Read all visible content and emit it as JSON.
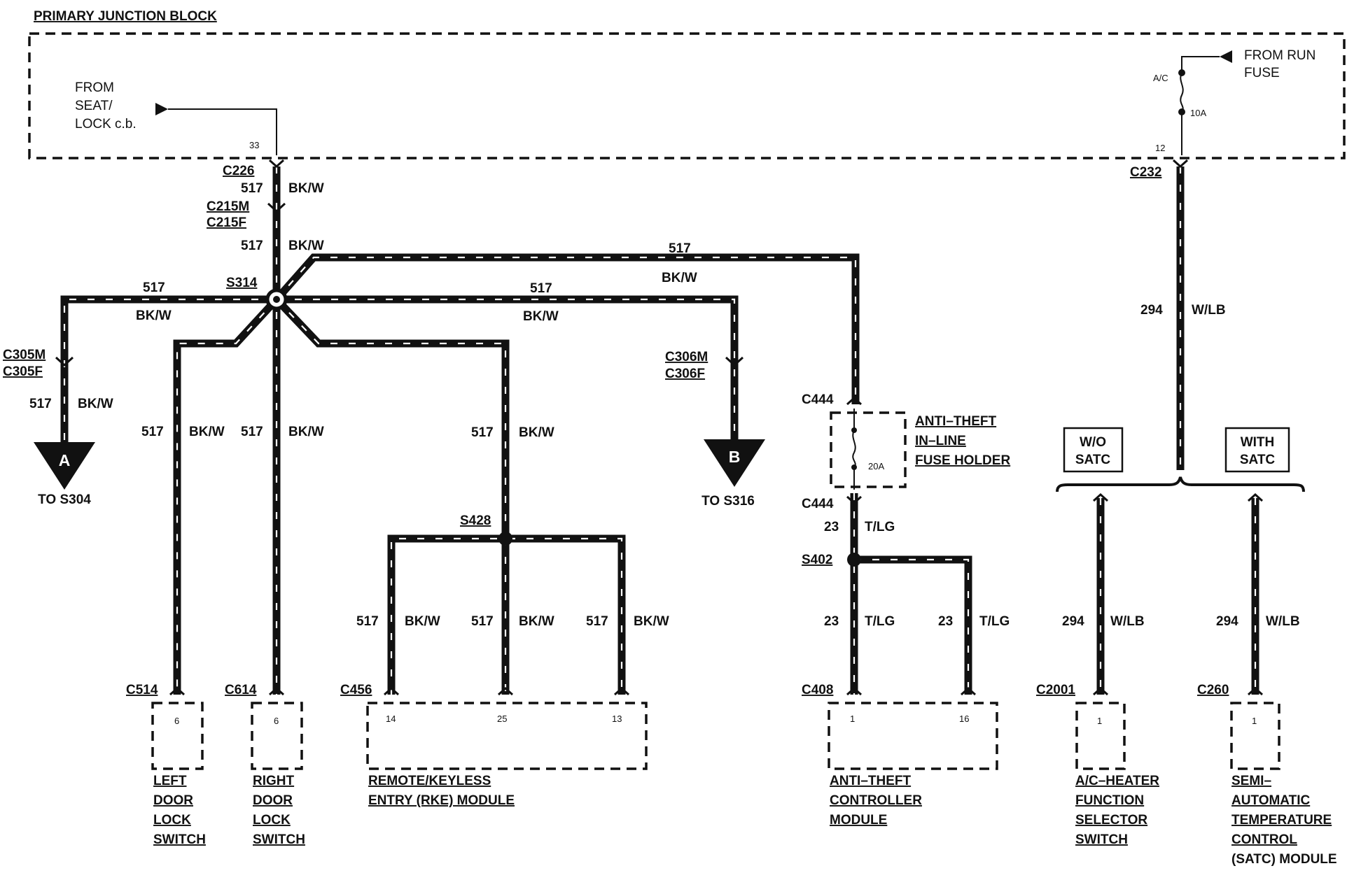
{
  "title": "PRIMARY JUNCTION BLOCK",
  "sources": {
    "seat_lock": [
      "FROM",
      "SEAT/",
      "LOCK c.b."
    ],
    "seat_lock_pin": "33",
    "run_fuse": [
      "FROM RUN",
      "FUSE"
    ],
    "run_fuse_tag": "A/C",
    "run_fuse_rating": "10A",
    "run_fuse_pin": "12"
  },
  "connectors": {
    "c226": "C226",
    "c215m": "C215M",
    "c215f": "C215F",
    "c232": "C232",
    "c305m": "C305M",
    "c305f": "C305F",
    "c306m": "C306M",
    "c306f": "C306F",
    "c444_top": "C444",
    "c444_bottom": "C444",
    "c514": "C514",
    "c614": "C614",
    "c456": "C456",
    "c408": "C408",
    "c2001": "C2001",
    "c260": "C260"
  },
  "splices": {
    "s314": "S314",
    "s428": "S428",
    "s402": "S402"
  },
  "circuits": {
    "c517": "517",
    "bkw": "BK/W",
    "c294": "294",
    "wlb": "W/LB",
    "c23": "23",
    "tlg": "T/LG"
  },
  "offpage": {
    "a_letter": "A",
    "a_label": "TO S304",
    "b_letter": "B",
    "b_label": "TO S316"
  },
  "fuse_holder": {
    "label": [
      "ANTI–THEFT",
      "IN–LINE",
      "FUSE HOLDER"
    ],
    "rating": "20A"
  },
  "options": {
    "wo_satc": [
      "W/O",
      "SATC"
    ],
    "with_satc": [
      "WITH",
      "SATC"
    ]
  },
  "pins": {
    "left_door": "6",
    "right_door": "6",
    "rke_14": "14",
    "rke_25": "25",
    "rke_13": "13",
    "atc_1": "1",
    "atc_16": "16",
    "ac_1": "1",
    "satc_1": "1"
  },
  "components": {
    "left_door": [
      "LEFT",
      "DOOR",
      "LOCK",
      "SWITCH"
    ],
    "right_door": [
      "RIGHT",
      "DOOR",
      "LOCK",
      "SWITCH"
    ],
    "rke": [
      "REMOTE/KEYLESS",
      "ENTRY (RKE) MODULE"
    ],
    "anti_theft": [
      "ANTI–THEFT",
      "CONTROLLER",
      "MODULE"
    ],
    "ac_heater": [
      "A/C–HEATER",
      "FUNCTION",
      "SELECTOR",
      "SWITCH"
    ],
    "satc": [
      "SEMI–",
      "AUTOMATIC",
      "TEMPERATURE",
      "CONTROL",
      "(SATC) MODULE"
    ]
  }
}
